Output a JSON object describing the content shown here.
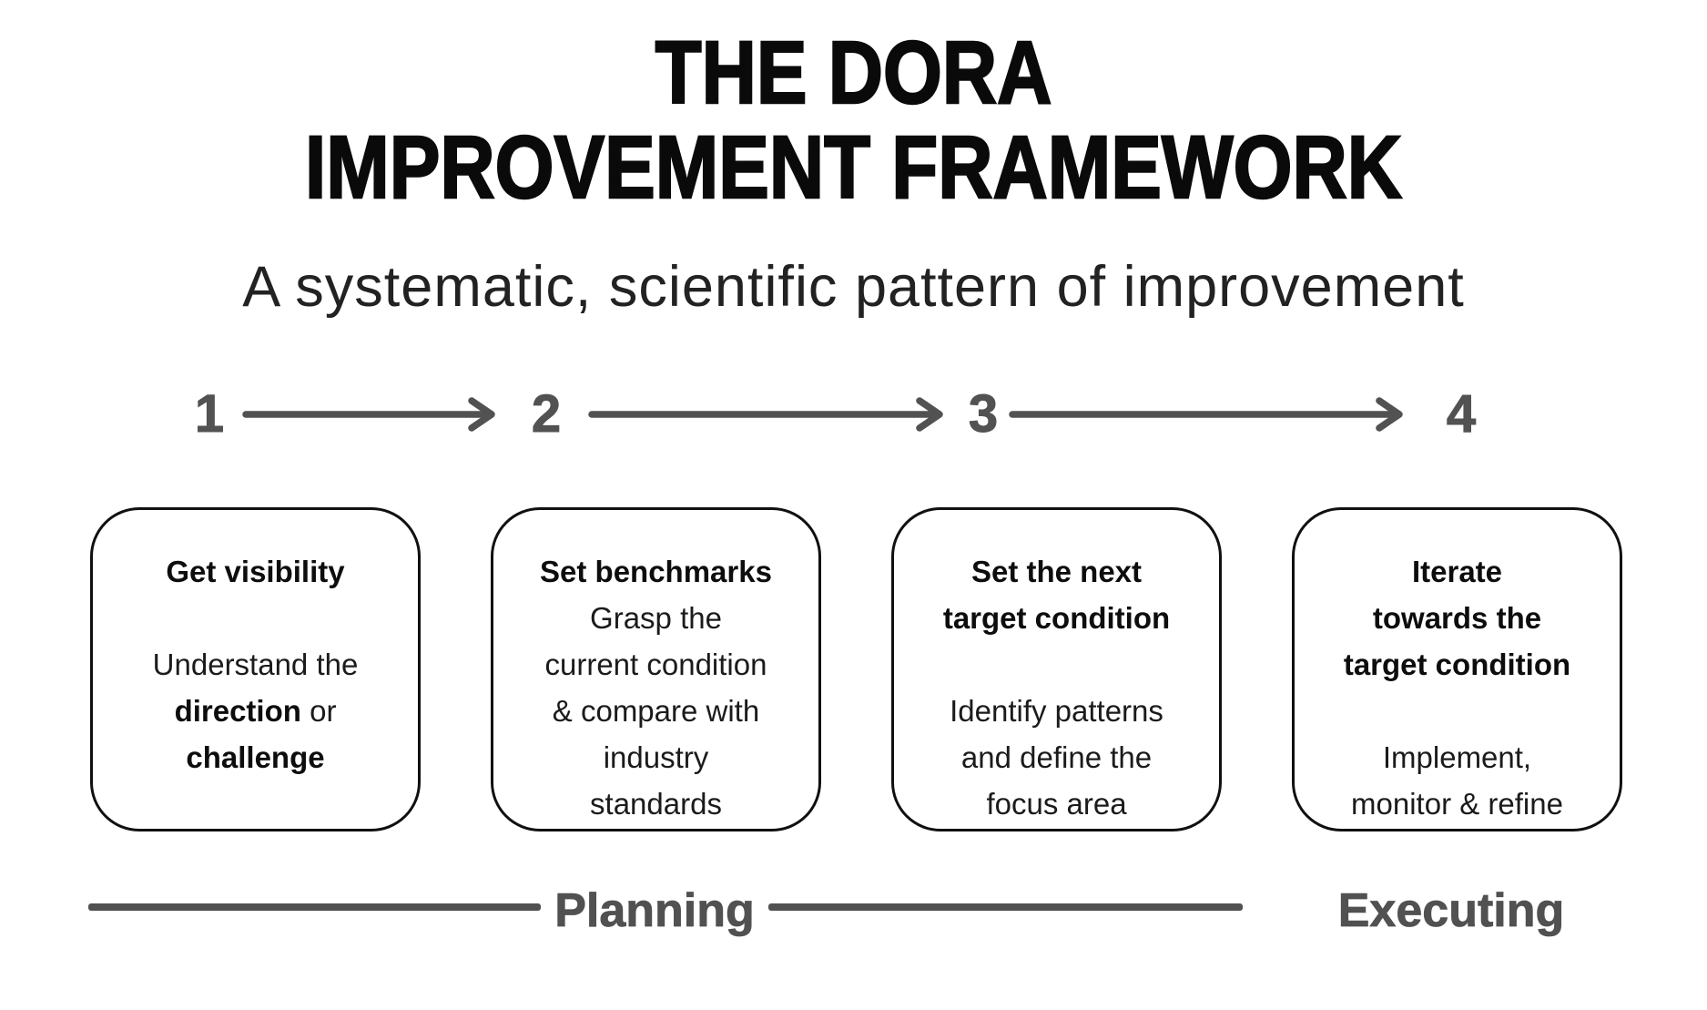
{
  "colors": {
    "background": "#ffffff",
    "ink": "#111111",
    "muted_gray": "#525252"
  },
  "header": {
    "title_line1": "THE DORA",
    "title_line2": "IMPROVEMENT FRAMEWORK",
    "subtitle": "A systematic, scientific pattern of improvement"
  },
  "steps": [
    {
      "number": "1",
      "title_lines": [
        "Get visibility"
      ],
      "blank_after_title": true,
      "body_lines": [
        [
          {
            "t": "Understand the",
            "b": false
          }
        ],
        [
          {
            "t": "direction",
            "b": true
          },
          {
            "t": " or",
            "b": false
          }
        ],
        [
          {
            "t": "challenge",
            "b": true
          }
        ]
      ]
    },
    {
      "number": "2",
      "title_lines": [
        "Set benchmarks"
      ],
      "blank_after_title": false,
      "body_lines": [
        [
          {
            "t": "Grasp the",
            "b": false
          }
        ],
        [
          {
            "t": "current condition",
            "b": false
          }
        ],
        [
          {
            "t": "& compare with",
            "b": false
          }
        ],
        [
          {
            "t": "industry",
            "b": false
          }
        ],
        [
          {
            "t": "standards",
            "b": false
          }
        ]
      ]
    },
    {
      "number": "3",
      "title_lines": [
        "Set the next",
        "target condition"
      ],
      "blank_after_title": true,
      "body_lines": [
        [
          {
            "t": "Identify patterns",
            "b": false
          }
        ],
        [
          {
            "t": "and define the",
            "b": false
          }
        ],
        [
          {
            "t": "focus area",
            "b": false
          }
        ]
      ]
    },
    {
      "number": "4",
      "title_lines": [
        "Iterate",
        "towards the",
        "target condition"
      ],
      "blank_after_title": true,
      "body_lines": [
        [
          {
            "t": "Implement,",
            "b": false
          }
        ],
        [
          {
            "t": "monitor & refine",
            "b": false
          }
        ]
      ]
    }
  ],
  "phases": [
    {
      "label": "Planning"
    },
    {
      "label": "Executing"
    }
  ]
}
